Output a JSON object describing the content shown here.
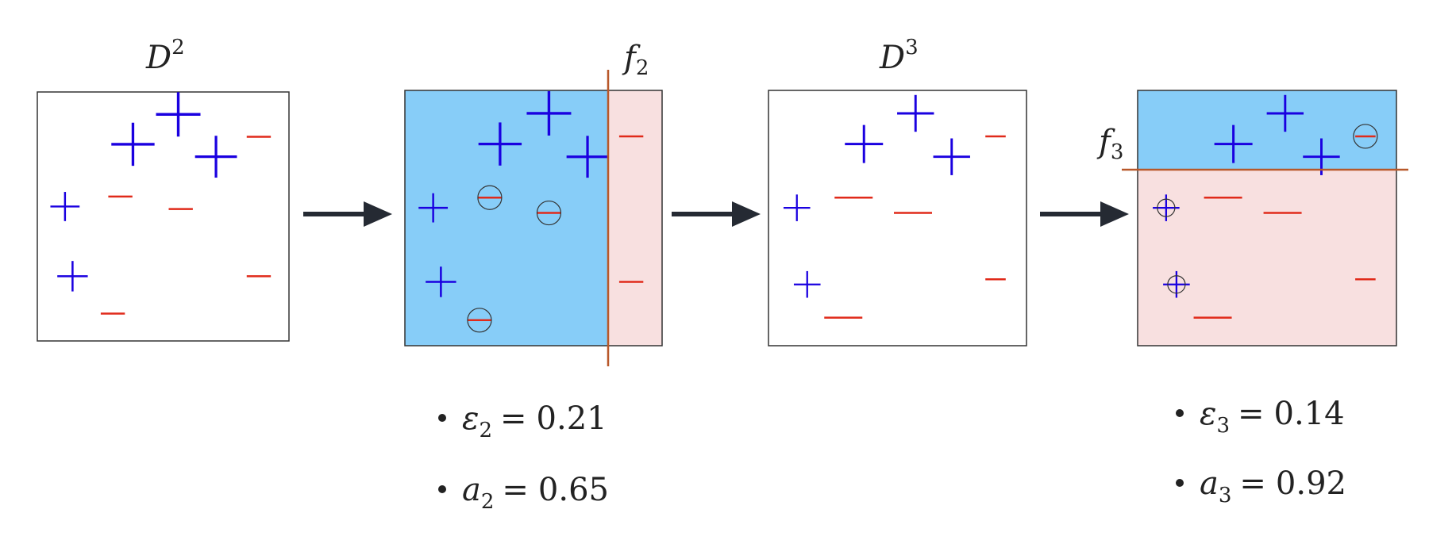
{
  "colors": {
    "plus": "#1a00e0",
    "minus": "#e02a1a",
    "positive_region": "#87cdf8",
    "negative_region": "#f8e0e0",
    "boundary": "#b8582a",
    "arrow": "#252a33",
    "frame": "#333333"
  },
  "panels": [
    {
      "id": "panel-1",
      "label": {
        "base": "D",
        "sup": "2"
      },
      "classifier": null,
      "points": [
        {
          "sign": "+",
          "x": 0.56,
          "y": 0.09,
          "size": 1.0
        },
        {
          "sign": "+",
          "x": 0.38,
          "y": 0.21,
          "size": 0.95
        },
        {
          "sign": "+",
          "x": 0.71,
          "y": 0.26,
          "size": 0.9
        },
        {
          "sign": "-",
          "x": 0.88,
          "y": 0.18,
          "size": 0.45
        },
        {
          "sign": "+",
          "x": 0.11,
          "y": 0.46,
          "size": 0.4
        },
        {
          "sign": "-",
          "x": 0.33,
          "y": 0.42,
          "size": 0.45
        },
        {
          "sign": "-",
          "x": 0.57,
          "y": 0.47,
          "size": 0.45
        },
        {
          "sign": "+",
          "x": 0.14,
          "y": 0.74,
          "size": 0.45
        },
        {
          "sign": "-",
          "x": 0.88,
          "y": 0.74,
          "size": 0.45
        },
        {
          "sign": "-",
          "x": 0.3,
          "y": 0.89,
          "size": 0.45
        }
      ]
    },
    {
      "id": "panel-2",
      "label": {
        "base": "f",
        "sub": "2"
      },
      "classifier": {
        "type": "vertical",
        "split": 0.79,
        "positive_side": "left"
      },
      "points": [
        {
          "sign": "+",
          "x": 0.56,
          "y": 0.09,
          "size": 1.0
        },
        {
          "sign": "+",
          "x": 0.37,
          "y": 0.21,
          "size": 0.95
        },
        {
          "sign": "+",
          "x": 0.71,
          "y": 0.26,
          "size": 0.9
        },
        {
          "sign": "-",
          "x": 0.88,
          "y": 0.18,
          "size": 0.45
        },
        {
          "sign": "+",
          "x": 0.11,
          "y": 0.46,
          "size": 0.4
        },
        {
          "sign": "-",
          "x": 0.33,
          "y": 0.42,
          "size": 0.45,
          "circled": true
        },
        {
          "sign": "-",
          "x": 0.56,
          "y": 0.48,
          "size": 0.45,
          "circled": true
        },
        {
          "sign": "+",
          "x": 0.14,
          "y": 0.75,
          "size": 0.45
        },
        {
          "sign": "-",
          "x": 0.88,
          "y": 0.75,
          "size": 0.45
        },
        {
          "sign": "-",
          "x": 0.29,
          "y": 0.9,
          "size": 0.45,
          "circled": true
        }
      ],
      "stats": [
        {
          "sym": "ε",
          "sub": "2",
          "value": "0.21"
        },
        {
          "sym": "a",
          "sub": "2",
          "value": "0.65"
        }
      ]
    },
    {
      "id": "panel-3",
      "label": {
        "base": "D",
        "sup": "3"
      },
      "classifier": null,
      "points": [
        {
          "sign": "+",
          "x": 0.57,
          "y": 0.09,
          "size": 0.7
        },
        {
          "sign": "+",
          "x": 0.37,
          "y": 0.21,
          "size": 0.75
        },
        {
          "sign": "+",
          "x": 0.71,
          "y": 0.26,
          "size": 0.7
        },
        {
          "sign": "-",
          "x": 0.88,
          "y": 0.18,
          "size": 0.3
        },
        {
          "sign": "+",
          "x": 0.11,
          "y": 0.46,
          "size": 0.3
        },
        {
          "sign": "-",
          "x": 0.33,
          "y": 0.42,
          "size": 1.0
        },
        {
          "sign": "-",
          "x": 0.56,
          "y": 0.48,
          "size": 1.0
        },
        {
          "sign": "+",
          "x": 0.15,
          "y": 0.76,
          "size": 0.3
        },
        {
          "sign": "-",
          "x": 0.88,
          "y": 0.74,
          "size": 0.3
        },
        {
          "sign": "-",
          "x": 0.29,
          "y": 0.89,
          "size": 1.0
        }
      ]
    },
    {
      "id": "panel-4",
      "label": {
        "base": "f",
        "sub": "3"
      },
      "classifier": {
        "type": "horizontal",
        "split": 0.31,
        "positive_side": "top"
      },
      "points": [
        {
          "sign": "+",
          "x": 0.57,
          "y": 0.09,
          "size": 0.7
        },
        {
          "sign": "+",
          "x": 0.37,
          "y": 0.21,
          "size": 0.75
        },
        {
          "sign": "+",
          "x": 0.71,
          "y": 0.26,
          "size": 0.7
        },
        {
          "sign": "-",
          "x": 0.88,
          "y": 0.18,
          "size": 0.3,
          "circled": true
        },
        {
          "sign": "+",
          "x": 0.11,
          "y": 0.46,
          "size": 0.3,
          "circled": true
        },
        {
          "sign": "-",
          "x": 0.33,
          "y": 0.42,
          "size": 1.0
        },
        {
          "sign": "-",
          "x": 0.56,
          "y": 0.48,
          "size": 1.0
        },
        {
          "sign": "+",
          "x": 0.15,
          "y": 0.76,
          "size": 0.3,
          "circled": true
        },
        {
          "sign": "-",
          "x": 0.88,
          "y": 0.74,
          "size": 0.3
        },
        {
          "sign": "-",
          "x": 0.29,
          "y": 0.89,
          "size": 1.0
        }
      ],
      "stats": [
        {
          "sym": "ε",
          "sub": "3",
          "value": "0.14"
        },
        {
          "sym": "a",
          "sub": "3",
          "value": "0.92"
        }
      ]
    }
  ]
}
